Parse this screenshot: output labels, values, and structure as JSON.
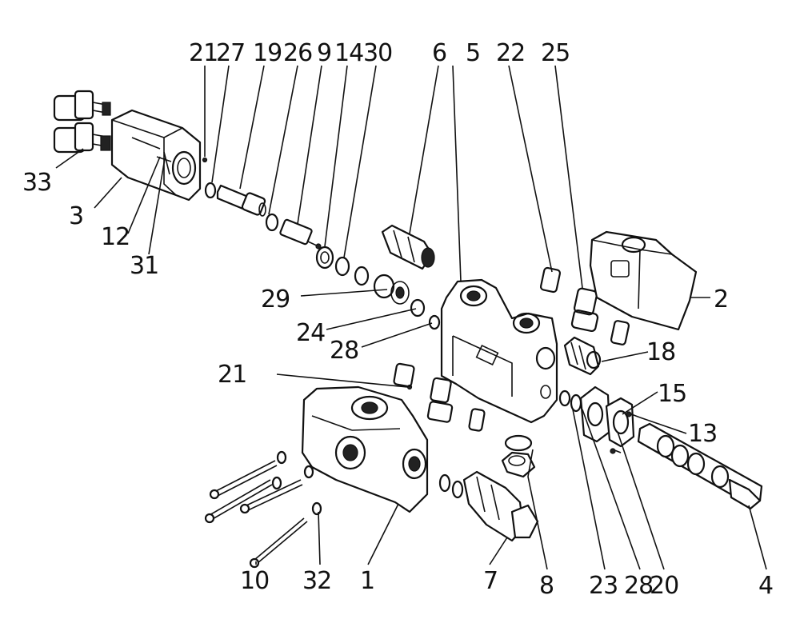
{
  "callouts": [
    {
      "id": "c21top",
      "text": "21"
    },
    {
      "id": "c27",
      "text": "27"
    },
    {
      "id": "c19",
      "text": "19"
    },
    {
      "id": "c26",
      "text": "26"
    },
    {
      "id": "c9",
      "text": "9"
    },
    {
      "id": "c14",
      "text": "14"
    },
    {
      "id": "c30",
      "text": "30"
    },
    {
      "id": "c6",
      "text": "6"
    },
    {
      "id": "c5",
      "text": "5"
    },
    {
      "id": "c22",
      "text": "22"
    },
    {
      "id": "c25",
      "text": "25"
    },
    {
      "id": "c33",
      "text": "33"
    },
    {
      "id": "c3",
      "text": "3"
    },
    {
      "id": "c12",
      "text": "12"
    },
    {
      "id": "c31",
      "text": "31"
    },
    {
      "id": "c2",
      "text": "2"
    },
    {
      "id": "c29",
      "text": "29"
    },
    {
      "id": "c24",
      "text": "24"
    },
    {
      "id": "c28a",
      "text": "28"
    },
    {
      "id": "c18",
      "text": "18"
    },
    {
      "id": "c21mid",
      "text": "21"
    },
    {
      "id": "c15",
      "text": "15"
    },
    {
      "id": "c13",
      "text": "13"
    },
    {
      "id": "c10",
      "text": "10"
    },
    {
      "id": "c32",
      "text": "32"
    },
    {
      "id": "c1",
      "text": "1"
    },
    {
      "id": "c7",
      "text": "7"
    },
    {
      "id": "c8",
      "text": "8"
    },
    {
      "id": "c23",
      "text": "23"
    },
    {
      "id": "c28b",
      "text": "28"
    },
    {
      "id": "c20",
      "text": "20"
    },
    {
      "id": "c4",
      "text": "4"
    }
  ]
}
